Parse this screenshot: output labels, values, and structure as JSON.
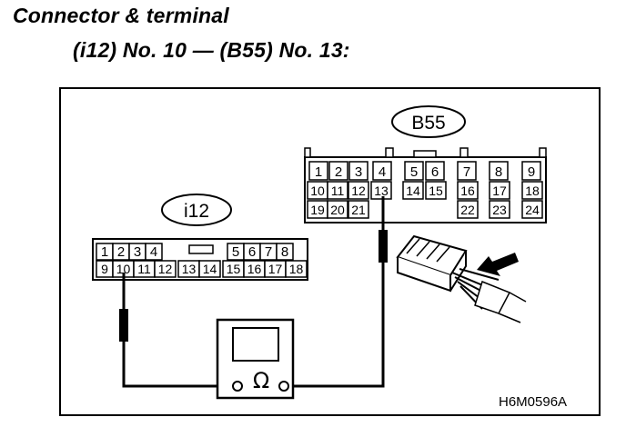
{
  "title": "Connector & terminal",
  "subtitle": "(i12) No. 10 — (B55) No. 13:",
  "figure_code": "H6M0596A",
  "connectors": {
    "i12": {
      "label": "i12",
      "row1": [
        "1",
        "2",
        "3",
        "4",
        "5",
        "6",
        "7",
        "8"
      ],
      "row2": [
        "9",
        "10",
        "11",
        "12",
        "13",
        "14",
        "15",
        "16",
        "17",
        "18"
      ]
    },
    "b55": {
      "label": "B55",
      "row1": [
        "1",
        "2",
        "3",
        "4",
        "5",
        "6",
        "7",
        "8",
        "9"
      ],
      "row2": [
        "10",
        "11",
        "12",
        "13",
        "14",
        "15",
        "16",
        "17",
        "18"
      ],
      "row3": [
        "19",
        "20",
        "21",
        "22",
        "23",
        "24"
      ]
    }
  },
  "meter": {
    "symbol": "Ω",
    "icon": "ohmmeter-icon"
  },
  "connector_icon": "harness-connector-icon",
  "arrow_icon": "arrow-icon"
}
